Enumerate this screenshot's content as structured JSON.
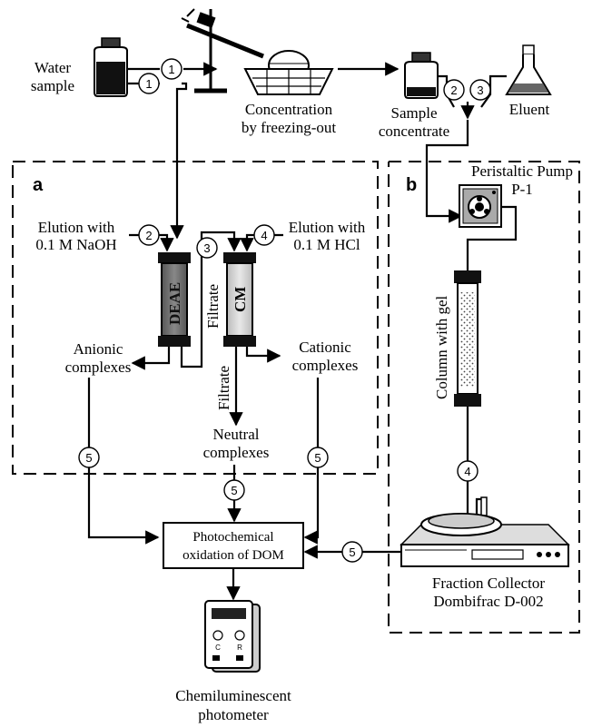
{
  "labels": {
    "water_sample": [
      "Water",
      "sample"
    ],
    "concentration": [
      "Concentration",
      "by freezing-out"
    ],
    "sample_concentrate": [
      "Sample",
      "concentrate"
    ],
    "eluent": "Eluent",
    "section_a": "a",
    "section_b": "b",
    "peristaltic_pump": [
      "Peristaltic Pump",
      "P-1"
    ],
    "elution_naoh": [
      "Elution with",
      "0.1 M NaOH"
    ],
    "elution_hcl": [
      "Elution with",
      "0.1 M HCl"
    ],
    "deae": "DEAE",
    "cm": "CM",
    "filtrate": "Filtrate",
    "filtrate_2": "Filtrate",
    "anionic": [
      "Anionic",
      "complexes"
    ],
    "cationic": [
      "Cationic",
      "complexes"
    ],
    "neutral": [
      "Neutral",
      "complexes"
    ],
    "column_with_gel": "Column with gel",
    "photochemical": [
      "Photochemical",
      "oxidation of DOM"
    ],
    "fraction_collector": [
      "Fraction Collector",
      "Dombifrac D-002"
    ],
    "chemiluminescent": [
      "Chemiluminescent",
      "photometer"
    ]
  },
  "steps": {
    "s1a": "1",
    "s1b": "1",
    "s2a": "2",
    "s2b": "2",
    "s3a": "3",
    "s3b": "3",
    "s4a": "4",
    "s4b": "4",
    "s5a": "5",
    "s5b": "5",
    "s5c": "5",
    "s5d": "5"
  },
  "photometer_knobs": [
    "C",
    "R"
  ]
}
